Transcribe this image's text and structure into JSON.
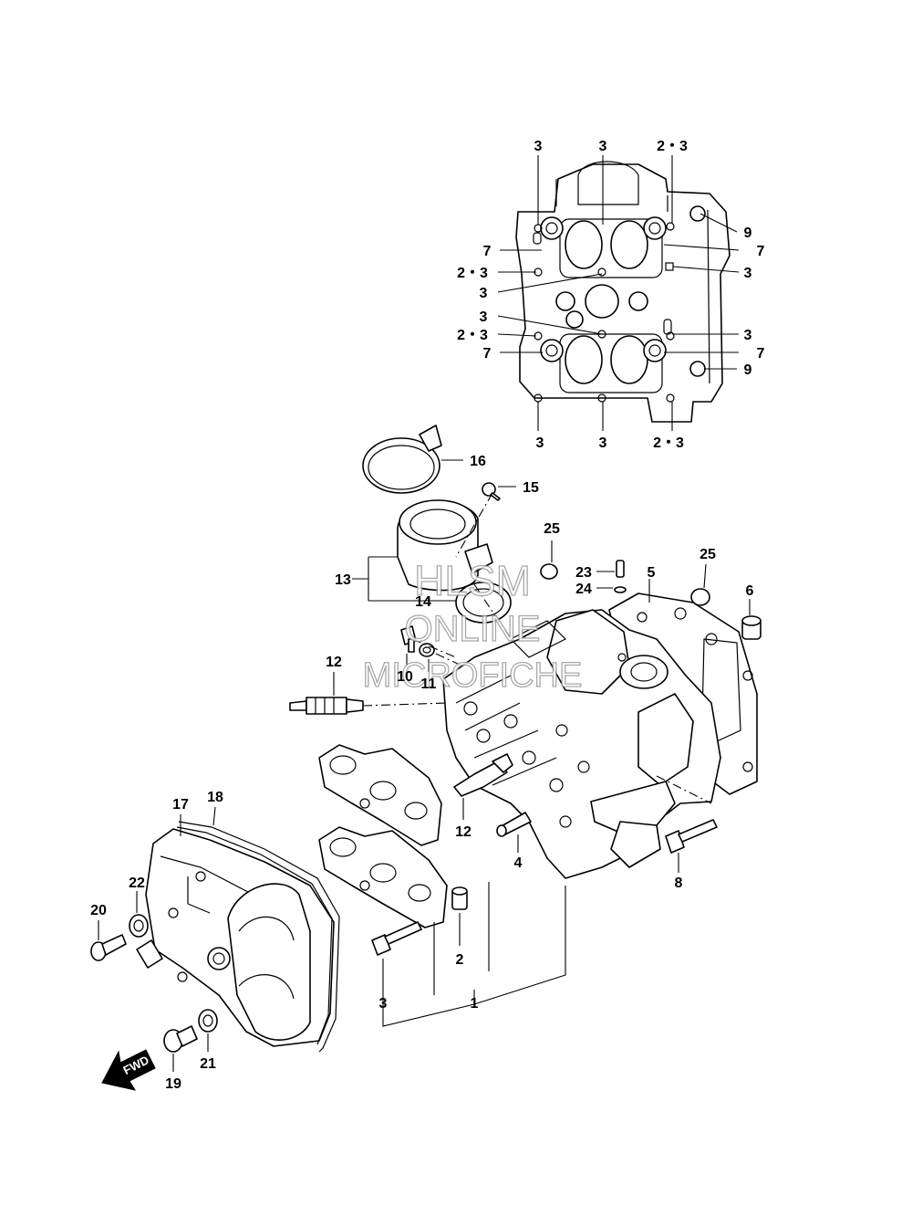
{
  "watermark": {
    "line1": "HLSM",
    "line2": "ONLINE",
    "line3": "MICROFICHE"
  },
  "fwd_arrow": {
    "label": "FWD"
  },
  "callouts": [
    {
      "id": "c-top-3a",
      "text": "3"
    },
    {
      "id": "c-top-3b",
      "text": "3"
    },
    {
      "id": "c-top-23a",
      "text": "2・3"
    },
    {
      "id": "c-9a",
      "text": "9"
    },
    {
      "id": "c-7a",
      "text": "7"
    },
    {
      "id": "c-7b",
      "text": "7"
    },
    {
      "id": "c-23b",
      "text": "2・3"
    },
    {
      "id": "c-3c",
      "text": "3"
    },
    {
      "id": "c-3d",
      "text": "3"
    },
    {
      "id": "c-3e",
      "text": "3"
    },
    {
      "id": "c-23c",
      "text": "2・3"
    },
    {
      "id": "c-3f",
      "text": "3"
    },
    {
      "id": "c-7c",
      "text": "7"
    },
    {
      "id": "c-7d",
      "text": "7"
    },
    {
      "id": "c-9b",
      "text": "9"
    },
    {
      "id": "c-bot-3a",
      "text": "3"
    },
    {
      "id": "c-bot-3b",
      "text": "3"
    },
    {
      "id": "c-bot-23",
      "text": "2・3"
    },
    {
      "id": "c-16",
      "text": "16"
    },
    {
      "id": "c-15",
      "text": "15"
    },
    {
      "id": "c-25a",
      "text": "25"
    },
    {
      "id": "c-25b",
      "text": "25"
    },
    {
      "id": "c-23",
      "text": "23"
    },
    {
      "id": "c-24",
      "text": "24"
    },
    {
      "id": "c-5",
      "text": "5"
    },
    {
      "id": "c-6",
      "text": "6"
    },
    {
      "id": "c-13",
      "text": "13"
    },
    {
      "id": "c-14",
      "text": "14"
    },
    {
      "id": "c-12a",
      "text": "12"
    },
    {
      "id": "c-10",
      "text": "10"
    },
    {
      "id": "c-11",
      "text": "11"
    },
    {
      "id": "c-12b",
      "text": "12"
    },
    {
      "id": "c-4",
      "text": "4"
    },
    {
      "id": "c-8",
      "text": "8"
    },
    {
      "id": "c-17",
      "text": "17"
    },
    {
      "id": "c-18",
      "text": "18"
    },
    {
      "id": "c-22",
      "text": "22"
    },
    {
      "id": "c-20",
      "text": "20"
    },
    {
      "id": "c-2",
      "text": "2"
    },
    {
      "id": "c-1",
      "text": "1"
    },
    {
      "id": "c-3g",
      "text": "3"
    },
    {
      "id": "c-21",
      "text": "21"
    },
    {
      "id": "c-19",
      "text": "19"
    }
  ]
}
